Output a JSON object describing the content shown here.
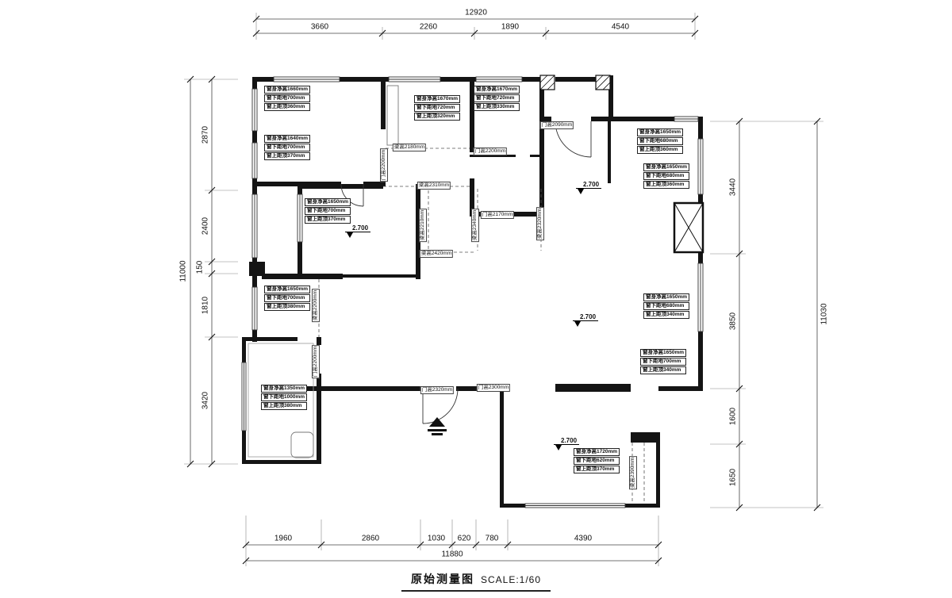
{
  "title": {
    "text": "原始测量图",
    "scale": "SCALE:1/60"
  },
  "dimensions": {
    "top": {
      "total": "12920",
      "segments": [
        "3660",
        "2260",
        "1890",
        "4540"
      ]
    },
    "left": {
      "total": "11000",
      "segments": [
        "2870",
        "2400",
        "150",
        "1810",
        "3420"
      ]
    },
    "right": {
      "total": "11030",
      "segments": [
        "3440",
        "3850",
        "1600",
        "1650"
      ]
    },
    "bottom": {
      "total": "11880",
      "segments": [
        "1960",
        "2860",
        "1030",
        "620",
        "780",
        "4390"
      ]
    }
  },
  "window_specs": [
    {
      "lines": [
        "窗身净高1660mm",
        "窗下距地700mm",
        "窗上距顶360mm"
      ]
    },
    {
      "lines": [
        "窗身净高1640mm",
        "窗下距地700mm",
        "窗上距顶370mm"
      ]
    },
    {
      "lines": [
        "窗身净高1670mm",
        "窗下距地720mm",
        "窗上距顶320mm"
      ]
    },
    {
      "lines": [
        "窗身净高1670mm",
        "窗下距地720mm",
        "窗上距顶330mm"
      ]
    },
    {
      "lines": [
        "窗身净高1650mm",
        "窗下距地680mm",
        "窗上距顶360mm"
      ]
    },
    {
      "lines": [
        "窗身净高1650mm",
        "窗下距地680mm",
        "窗上距顶360mm"
      ]
    },
    {
      "lines": [
        "窗身净高1650mm",
        "窗下距地700mm",
        "窗上距顶370mm"
      ]
    },
    {
      "lines": [
        "窗身净高1650mm",
        "窗下距地700mm",
        "窗上距顶380mm"
      ]
    },
    {
      "lines": [
        "窗身净高1650mm",
        "窗下距地680mm",
        "窗上距顶340mm"
      ]
    },
    {
      "lines": [
        "窗身净高1650mm",
        "窗下距地700mm",
        "窗上距顶340mm"
      ]
    },
    {
      "lines": [
        "窗身净高1350mm",
        "窗下距地1000mm",
        "窗上距顶380mm"
      ]
    },
    {
      "lines": [
        "窗身净高1720mm",
        "窗下距地620mm",
        "窗上距顶370mm"
      ]
    }
  ],
  "levels": [
    "2.700",
    "2.700",
    "2.700",
    "2.700"
  ],
  "annotations": [
    {
      "text": "门高2090mm"
    },
    {
      "text": "梁高2180mm"
    },
    {
      "text": "门高2200mm"
    },
    {
      "text": "门高2200mm"
    },
    {
      "text": "梁高2310mm"
    },
    {
      "text": "梁高2210mm"
    },
    {
      "text": "梁高2420mm"
    },
    {
      "text": "门高2170mm"
    },
    {
      "text": "梁高2340mm"
    },
    {
      "text": "梁高2320mm"
    },
    {
      "text": "梁高2200mm"
    },
    {
      "text": "门高2200mm"
    },
    {
      "text": "门高2320mm"
    },
    {
      "text": "门高2300mm"
    },
    {
      "text": "梁高2390mm"
    }
  ]
}
